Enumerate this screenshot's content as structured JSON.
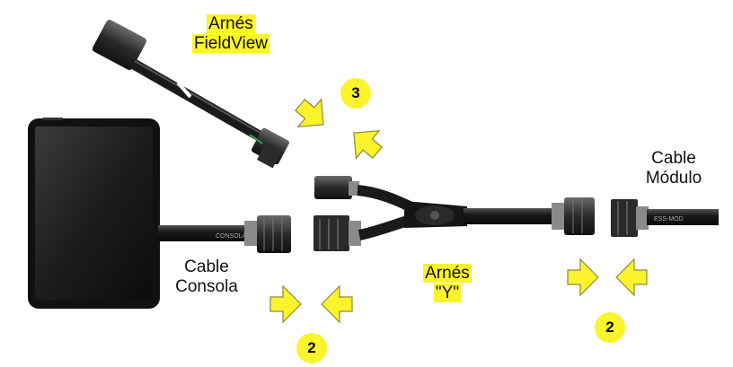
{
  "labels": {
    "fieldview_line1": "Arnés",
    "fieldview_line2": "FieldView",
    "modulo_line1": "Cable",
    "modulo_line2": "Módulo",
    "consola_line1": "Cable",
    "consola_line2": "Consola",
    "y_line1": "Arnés",
    "y_line2": "\"Y\""
  },
  "badges": {
    "top": "3",
    "bottom_left": "2",
    "bottom_right": "2"
  },
  "cable_prints": {
    "console_cable": "CONSOLA",
    "module_cable": "ESS-MOD"
  },
  "colors": {
    "highlight": "#fbf32b",
    "arrow_fill": "#fbf32b",
    "arrow_stroke": "#8a8a3a",
    "cable": "#1a1a1a"
  }
}
